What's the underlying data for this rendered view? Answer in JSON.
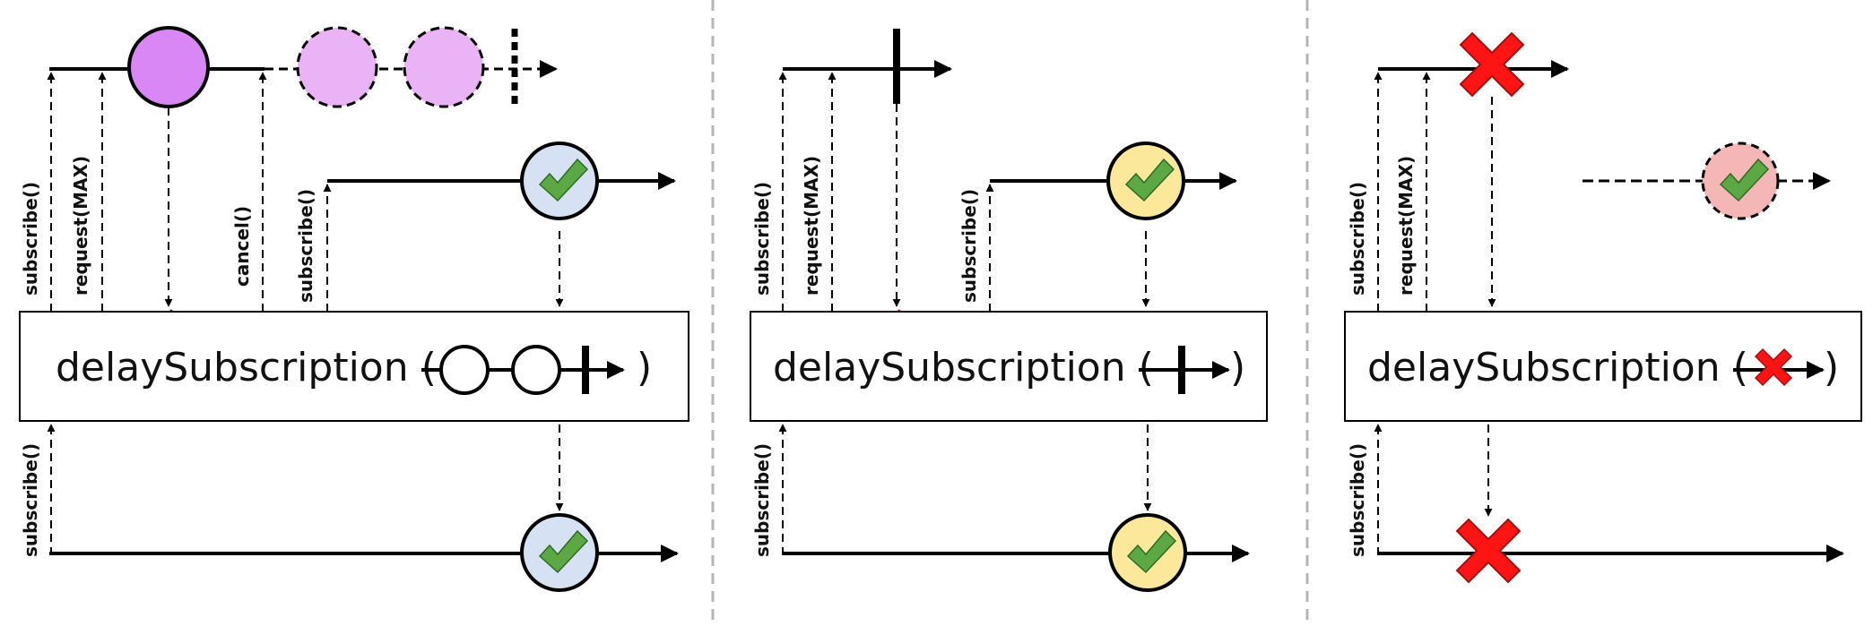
{
  "panels": [
    {
      "operator": "delaySubscription (",
      "close_paren": ")",
      "calls": {
        "subscribe": "subscribe()",
        "request": "request(MAX)",
        "cancel": "cancel()",
        "subscribe_source": "subscribe()",
        "subscribe_downstream": "subscribe()"
      },
      "trigger": "publisher emitting elements"
    },
    {
      "operator": "delaySubscription (",
      "close_paren": ")",
      "calls": {
        "subscribe": "subscribe()",
        "request": "request(MAX)",
        "subscribe_source": "subscribe()",
        "subscribe_downstream": "subscribe()"
      },
      "trigger": "empty publisher completing"
    },
    {
      "operator": "delaySubscription (",
      "close_paren": ")",
      "calls": {
        "subscribe": "subscribe()",
        "request": "request(MAX)",
        "subscribe_downstream": "subscribe()"
      },
      "trigger": "publisher erroring"
    }
  ],
  "colors": {
    "emitted_element": "#d987f5",
    "ghost_element": "#eab3f5",
    "complete_blue": "#d6e2f3",
    "complete_yellow": "#fbe89a",
    "complete_pink": "#f5b6b6",
    "check_green": "#5ca845",
    "error_red": "#ff1414",
    "subscription_arrow": "#c00000",
    "separator": "#b5b5b5"
  },
  "icons": [
    "check-icon",
    "error-x-icon"
  ]
}
